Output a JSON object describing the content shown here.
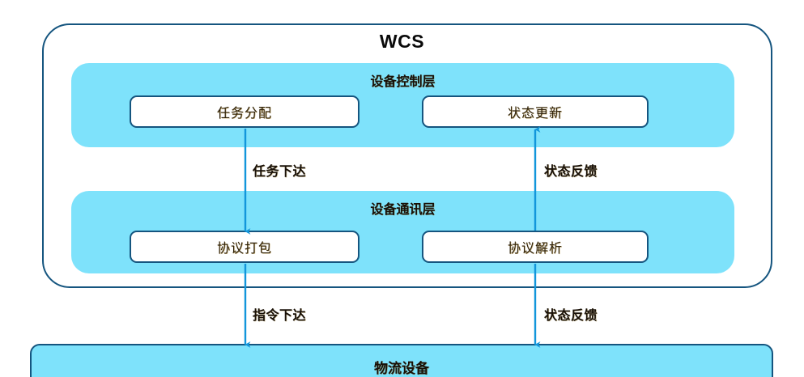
{
  "diagram": {
    "title": "WCS",
    "container_label": "WCS",
    "layers": [
      {
        "id": "device-control-layer",
        "title": "设备控制层",
        "nodes": [
          {
            "id": "task-assign",
            "label": "任务分配"
          },
          {
            "id": "status-update",
            "label": "状态更新"
          }
        ]
      },
      {
        "id": "device-communication-layer",
        "title": "设备通讯层",
        "nodes": [
          {
            "id": "protocol-pack",
            "label": "协议打包"
          },
          {
            "id": "protocol-parse",
            "label": "协议解析"
          }
        ]
      }
    ],
    "equipment": {
      "id": "logistics-equipment",
      "label": "物流设备"
    },
    "edges": [
      {
        "id": "task-issue",
        "label": "任务下达",
        "from": "task-assign",
        "to": "protocol-pack",
        "direction": "down"
      },
      {
        "id": "status-fb-1",
        "label": "状态反馈",
        "from": "protocol-parse",
        "to": "status-update",
        "direction": "up"
      },
      {
        "id": "cmd-issue",
        "label": "指令下达",
        "from": "protocol-pack",
        "to": "logistics-equipment",
        "direction": "down"
      },
      {
        "id": "status-fb-2",
        "label": "状态反馈",
        "from": "protocol-parse",
        "to": "logistics-equipment",
        "direction": "down"
      }
    ],
    "colors": {
      "panel_fill": "#7ee2fb",
      "border": "#15557f",
      "arrow": "#1296db",
      "node_fill": "#ffffff",
      "background": "#ffffff",
      "title_text": "#0a0a0a",
      "label_text": "#30230c"
    }
  }
}
